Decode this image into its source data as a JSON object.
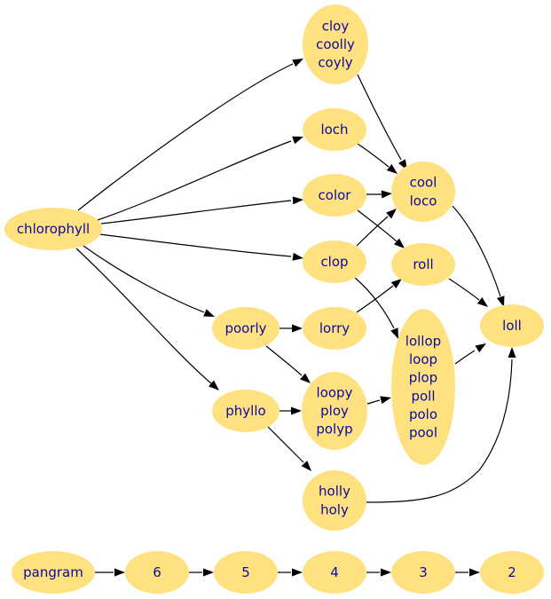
{
  "nodes": [
    {
      "id": "chlorophyll",
      "lines": [
        "chlorophyll"
      ]
    },
    {
      "id": "cloy",
      "lines": [
        "cloy",
        "coolly",
        "coyly"
      ]
    },
    {
      "id": "loch",
      "lines": [
        "loch"
      ]
    },
    {
      "id": "color",
      "lines": [
        "color"
      ]
    },
    {
      "id": "clop",
      "lines": [
        "clop"
      ]
    },
    {
      "id": "cool",
      "lines": [
        "cool",
        "loco"
      ]
    },
    {
      "id": "roll",
      "lines": [
        "roll"
      ]
    },
    {
      "id": "loll",
      "lines": [
        "loll"
      ]
    },
    {
      "id": "poorly",
      "lines": [
        "poorly"
      ]
    },
    {
      "id": "lorry",
      "lines": [
        "lorry"
      ]
    },
    {
      "id": "phyllo",
      "lines": [
        "phyllo"
      ]
    },
    {
      "id": "loopy",
      "lines": [
        "loopy",
        "ploy",
        "polyp"
      ]
    },
    {
      "id": "lollop",
      "lines": [
        "lollop",
        "loop",
        "plop",
        "poll",
        "polo",
        "pool"
      ]
    },
    {
      "id": "holly",
      "lines": [
        "holly",
        "holy"
      ]
    },
    {
      "id": "pangram",
      "lines": [
        "pangram"
      ]
    },
    {
      "id": "n6",
      "lines": [
        "6"
      ]
    },
    {
      "id": "n5",
      "lines": [
        "5"
      ]
    },
    {
      "id": "n4",
      "lines": [
        "4"
      ]
    },
    {
      "id": "n3",
      "lines": [
        "3"
      ]
    },
    {
      "id": "n2",
      "lines": [
        "2"
      ]
    }
  ],
  "edges": [
    {
      "from": "chlorophyll",
      "to": "cloy"
    },
    {
      "from": "chlorophyll",
      "to": "loch"
    },
    {
      "from": "chlorophyll",
      "to": "color"
    },
    {
      "from": "chlorophyll",
      "to": "clop"
    },
    {
      "from": "chlorophyll",
      "to": "poorly"
    },
    {
      "from": "chlorophyll",
      "to": "phyllo"
    },
    {
      "from": "cloy",
      "to": "cool"
    },
    {
      "from": "loch",
      "to": "cool"
    },
    {
      "from": "color",
      "to": "cool"
    },
    {
      "from": "color",
      "to": "roll"
    },
    {
      "from": "clop",
      "to": "cool"
    },
    {
      "from": "clop",
      "to": "lollop"
    },
    {
      "from": "cool",
      "to": "loll"
    },
    {
      "from": "roll",
      "to": "loll"
    },
    {
      "from": "lollop",
      "to": "loll"
    },
    {
      "from": "holly",
      "to": "loll"
    },
    {
      "from": "poorly",
      "to": "lorry"
    },
    {
      "from": "poorly",
      "to": "loopy"
    },
    {
      "from": "lorry",
      "to": "roll"
    },
    {
      "from": "phyllo",
      "to": "loopy"
    },
    {
      "from": "phyllo",
      "to": "holly"
    },
    {
      "from": "loopy",
      "to": "lollop"
    },
    {
      "from": "pangram",
      "to": "n6"
    },
    {
      "from": "n6",
      "to": "n5"
    },
    {
      "from": "n5",
      "to": "n4"
    },
    {
      "from": "n4",
      "to": "n3"
    },
    {
      "from": "n3",
      "to": "n2"
    }
  ],
  "colors": {
    "node_fill": "#ffe17f",
    "node_text": "#0a0aa0",
    "edge": "#000000",
    "background": "#ffffff"
  }
}
